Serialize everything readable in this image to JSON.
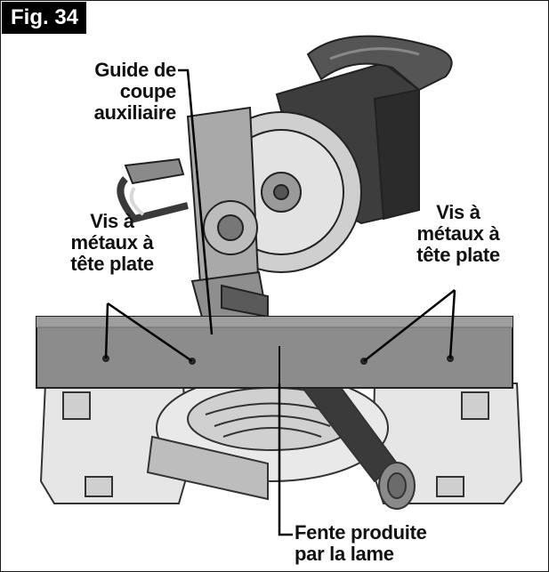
{
  "figure": {
    "tag": "Fig. 34",
    "labels": {
      "auxiliary_fence": [
        "Guide de",
        "coupe",
        "auxiliaire"
      ],
      "screws_left": [
        "Vis à",
        "métaux à",
        "tête plate"
      ],
      "screws_right": [
        "Vis à",
        "métaux à",
        "tête plate"
      ],
      "blade_slot": [
        "Fente produite",
        "par la lame"
      ]
    }
  }
}
